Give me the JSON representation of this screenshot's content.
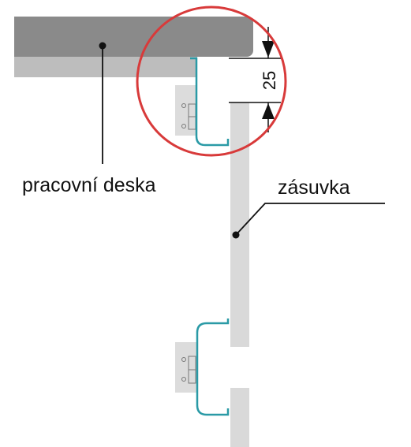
{
  "labels": {
    "worktop": "pracovní deska",
    "drawer": "zásuvka",
    "dimension": "25"
  },
  "colors": {
    "worktop_top": "#8a8a8a",
    "worktop_bottom": "#bdbdbd",
    "drawer_front": "#d9d9d9",
    "hinge_plate": "#dcdcdc",
    "profile": "#2a9aa6",
    "circle": "#d83a3a",
    "line": "#111111"
  }
}
